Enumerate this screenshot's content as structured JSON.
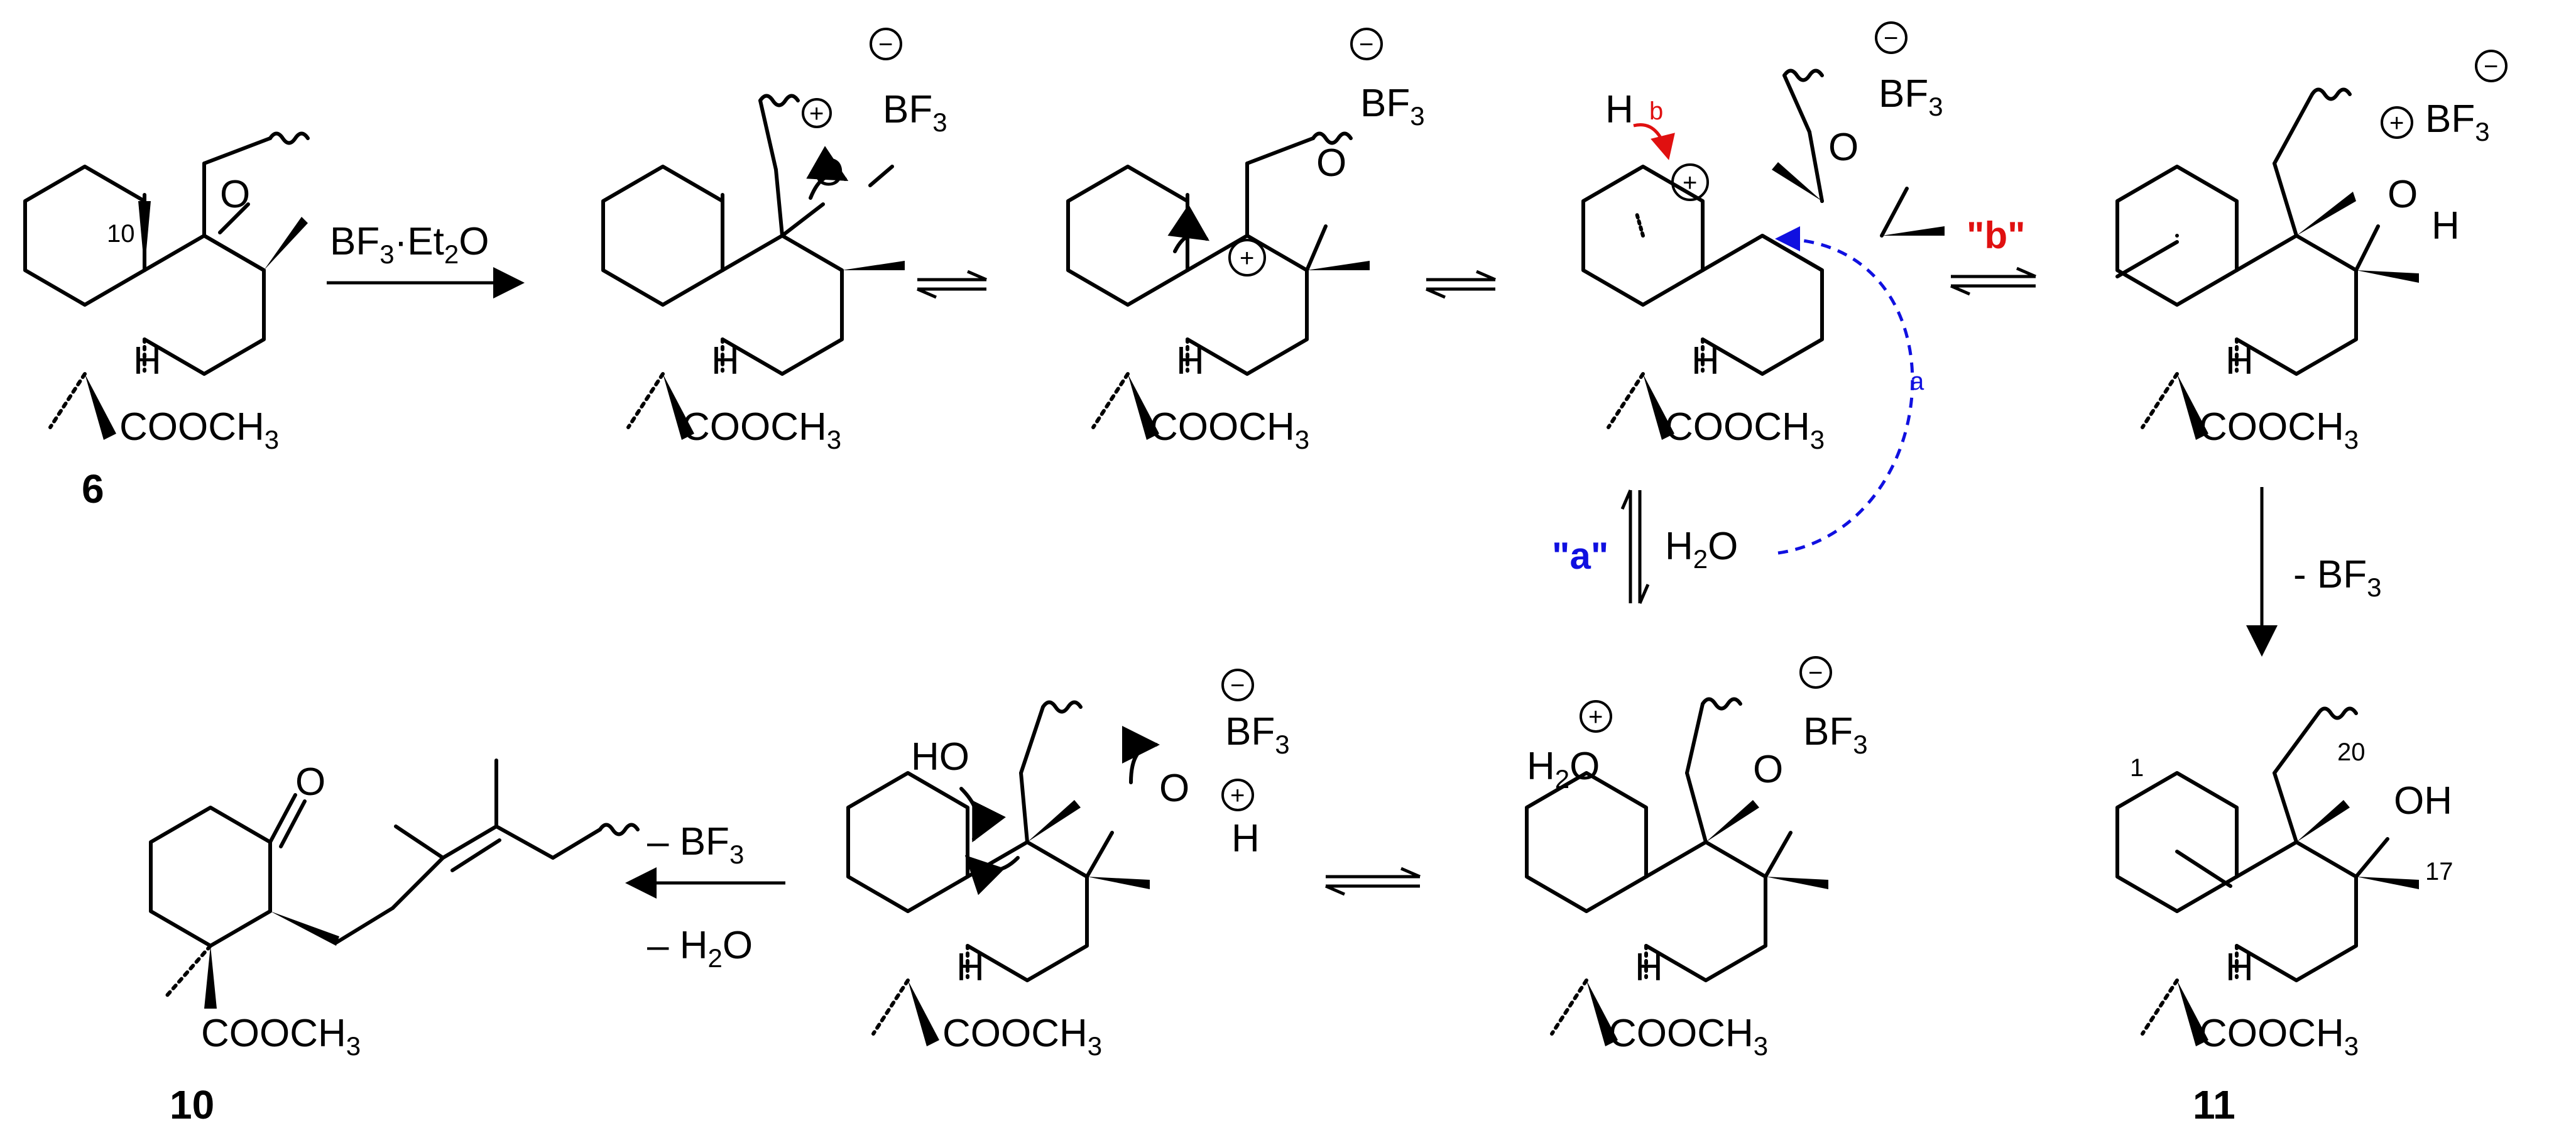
{
  "reagents": {
    "step1_main": "BF",
    "step1_sub": "3",
    "step1_dot": "·Et",
    "step1_sub2": "2",
    "step1_o": "O",
    "water_h": "H",
    "water_sub": "2",
    "water_o": "O",
    "minus_bf3_main": "- BF",
    "minus_bf3_sub": "3",
    "minus_bf3b_main": "– BF",
    "minus_bf3b_sub": "3",
    "minus_h2o_main": "– H",
    "minus_h2o_sub": "2",
    "minus_h2o_o": "O"
  },
  "pathways": {
    "a_label": "\"a\"",
    "b_label": "\"b\"",
    "a_small": "a",
    "b_small": "b"
  },
  "compounds": {
    "c6": "6",
    "c10": "10",
    "c11": "11"
  },
  "groups": {
    "ester": "COOCH",
    "ester_sub": "3",
    "bf": "BF",
    "bf_sub": "3",
    "O": "O",
    "H": "H",
    "HO": "HO",
    "OH": "OH",
    "minus_charge": "−",
    "plus_charge": "+"
  },
  "atom_numbers": {
    "n10": "10",
    "n1": "1",
    "n20": "20",
    "n17": "17"
  },
  "colors": {
    "pathway_a": "#1010e0",
    "pathway_b": "#e01010",
    "bonds": "#000000"
  }
}
